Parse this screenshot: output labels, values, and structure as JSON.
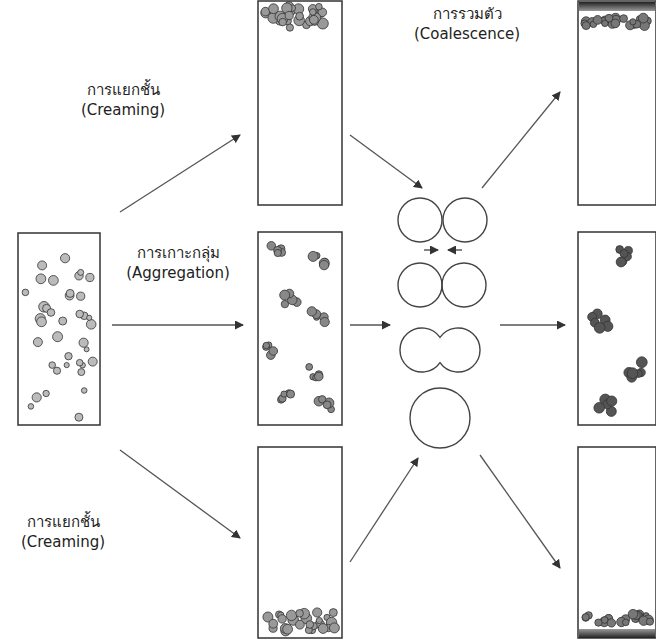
{
  "diagram": {
    "labels": [
      "การแยกชั้น (Creaming)",
      "การรวมตัว (Coalescence)",
      "การเกาะกลุ่ม (Aggregation)",
      "การแยกชั้น (Creaming)"
    ]
  }
}
